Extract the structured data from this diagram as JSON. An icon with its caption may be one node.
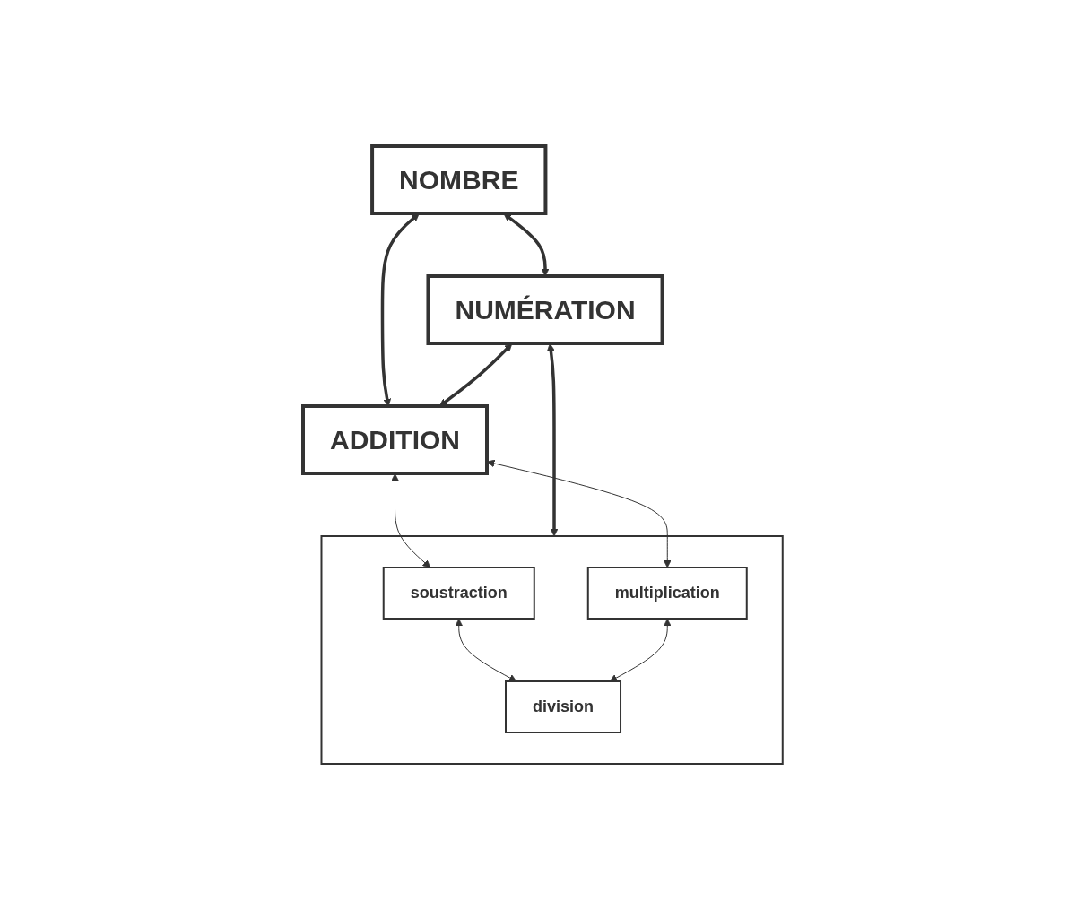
{
  "diagram": {
    "nodes": [
      {
        "text": [
          "NOMBRE"
        ]
      },
      {
        "text": [
          "NUMÉRATION"
        ]
      },
      {
        "text": [
          "ADDITION"
        ]
      },
      {
        "text": [],
        "shape": "box"
      },
      {
        "text": [
          "soustraction"
        ],
        "in": 3
      },
      {
        "text": [
          "multiplication"
        ],
        "in": 3
      },
      {
        "text": [
          "division"
        ],
        "in": 3
      }
    ],
    "edges": [
      {
        "from": 0,
        "to": 1,
        "arrow": "both",
        "style": "thick"
      },
      {
        "from": 0,
        "to": 2,
        "arrow": "both",
        "style": "thick"
      },
      {
        "from": 1,
        "to": 2,
        "arrow": "both",
        "style": "thick"
      },
      {
        "from": 1,
        "to": 3,
        "arrow": "both",
        "style": "thick"
      },
      {
        "from": 2,
        "to": 4,
        "arrow": "both"
      },
      {
        "from": 2,
        "to": 5,
        "arrow": "both"
      },
      {
        "from": 4,
        "to": 6,
        "arrow": "both"
      },
      {
        "from": 5,
        "to": 6,
        "arrow": "both"
      }
    ]
  }
}
